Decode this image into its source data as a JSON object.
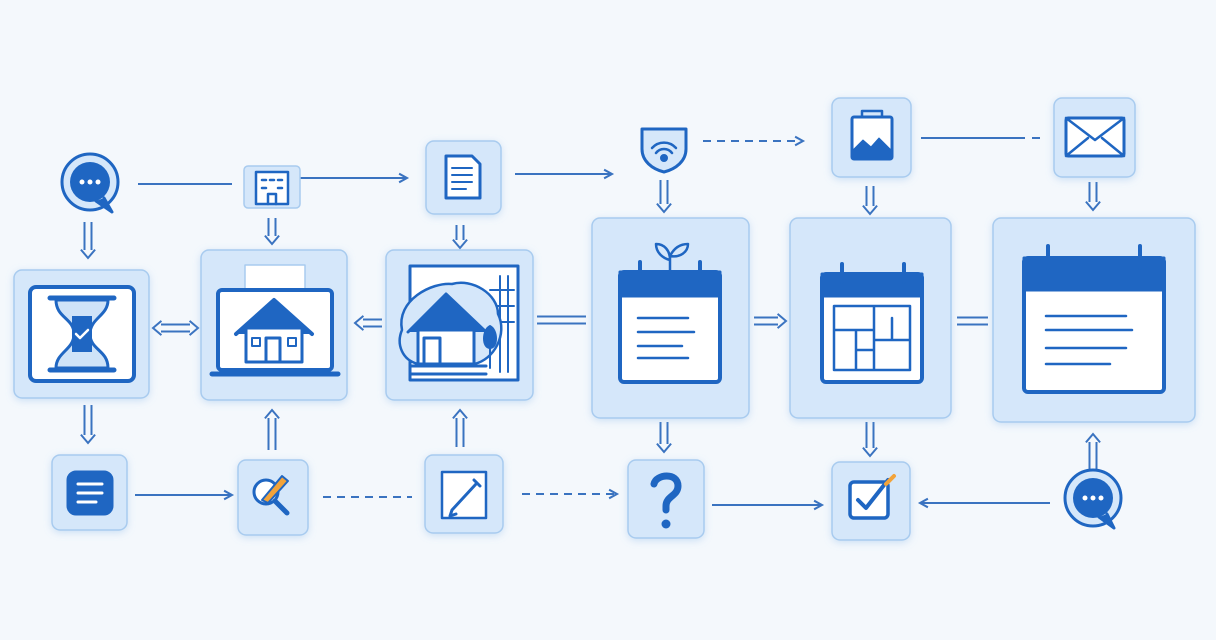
{
  "colors": {
    "background": "#f4f8fc",
    "card_fill": "#d5e7fa",
    "card_border": "#a8cbef",
    "icon_blue": "#1f66c2",
    "arrow": "#3a73c0"
  },
  "nodes": [
    {
      "id": "chat-top",
      "icon": "chat-bubble-icon"
    },
    {
      "id": "building-small",
      "icon": "building-icon"
    },
    {
      "id": "document",
      "icon": "document-icon"
    },
    {
      "id": "wifi-shield",
      "icon": "wifi-shield-icon"
    },
    {
      "id": "image",
      "icon": "image-icon"
    },
    {
      "id": "mail",
      "icon": "mail-icon"
    },
    {
      "id": "hourglass",
      "icon": "hourglass-icon"
    },
    {
      "id": "house-laptop",
      "icon": "house-laptop-icon"
    },
    {
      "id": "house-building",
      "icon": "house-building-icon"
    },
    {
      "id": "calendar-plant",
      "icon": "calendar-plant-icon"
    },
    {
      "id": "calendar-grid",
      "icon": "calendar-grid-icon"
    },
    {
      "id": "calendar-notes",
      "icon": "calendar-notes-icon"
    },
    {
      "id": "list",
      "icon": "list-icon"
    },
    {
      "id": "search",
      "icon": "search-icon"
    },
    {
      "id": "pen",
      "icon": "pen-icon"
    },
    {
      "id": "question",
      "icon": "question-icon"
    },
    {
      "id": "check",
      "icon": "checkbox-icon"
    },
    {
      "id": "chat-bottom",
      "icon": "chat-bubble-icon"
    }
  ]
}
